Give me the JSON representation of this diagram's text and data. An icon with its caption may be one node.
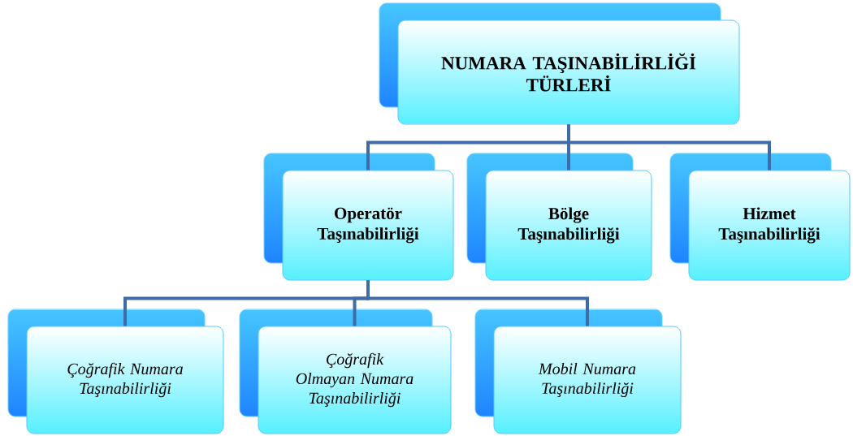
{
  "diagram": {
    "nodes": [
      {
        "text": [
          "NUMARA TAŞINABİLİRLİĞİ TÜRLERİ"
        ]
      },
      {
        "text": [
          "Operatör Taşınabilirliği"
        ]
      },
      {
        "text": [
          "Bölge Taşınabilirliği"
        ]
      },
      {
        "text": [
          "Hizmet Taşınabilirliği"
        ]
      },
      {
        "text": [
          "Çoğrafik Numara Taşınabilirliği"
        ]
      },
      {
        "text": [
          "Çoğrafik Olmayan Numara Taşınabilirliği"
        ]
      },
      {
        "text": [
          "Mobil Numara Taşınabilirliği"
        ]
      }
    ],
    "edges": [
      {
        "from": 0,
        "to": 1,
        "arrow": "none"
      },
      {
        "from": 0,
        "to": 2,
        "arrow": "none"
      },
      {
        "from": 0,
        "to": 3,
        "arrow": "none"
      },
      {
        "from": 1,
        "to": 4,
        "arrow": "none"
      },
      {
        "from": 1,
        "to": 5,
        "arrow": "none"
      },
      {
        "from": 1,
        "to": 6,
        "arrow": "none"
      }
    ]
  }
}
